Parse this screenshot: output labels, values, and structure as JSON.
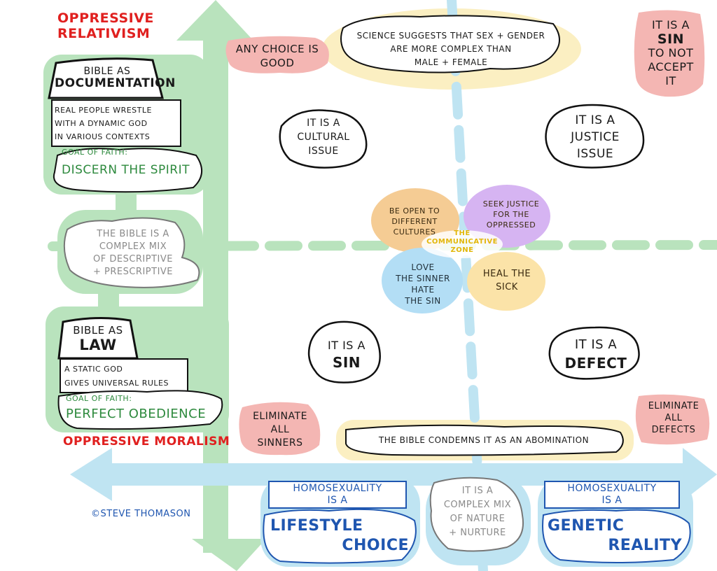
{
  "title_left_top": [
    "OPPRESSIVE",
    "RELATIVISM"
  ],
  "title_left_bottom": "OPPRESSIVE MORALISM",
  "documentation": {
    "book_line1": "BIBLE AS",
    "book_line2": "DOCUMENTATION",
    "desc": [
      "REAL PEOPLE WRESTLE",
      "WITH A DYNAMIC GOD",
      "IN VARIOUS CONTEXTS"
    ],
    "goal_label": "GOAL OF FAITH:",
    "goal": "DISCERN THE SPIRIT"
  },
  "middle_left": [
    "THE BIBLE IS A",
    "COMPLEX MIX",
    "OF DESCRIPTIVE",
    "+ PRESCRIPTIVE"
  ],
  "law": {
    "book_line1": "BIBLE AS",
    "book_line2": "LAW",
    "desc": [
      "A STATIC GOD",
      "GIVES UNIVERSAL RULES"
    ],
    "goal_label": "GOAL OF FAITH:",
    "goal": "PERFECT OBEDIENCE"
  },
  "top": {
    "any_choice": [
      "ANY CHOICE IS",
      "GOOD"
    ],
    "science": [
      "SCIENCE SUGGESTS THAT SEX + GENDER",
      "ARE MORE COMPLEX THAN",
      "MALE + FEMALE"
    ],
    "sin_not_accept": [
      "IT IS A",
      "SIN",
      "TO NOT",
      "ACCEPT",
      "IT"
    ]
  },
  "quadrants": {
    "cultural": [
      "IT IS A",
      "CULTURAL",
      "ISSUE"
    ],
    "justice": [
      "IT IS A",
      "JUSTICE",
      "ISSUE"
    ],
    "sin": [
      "IT IS A",
      "SIN"
    ],
    "defect": [
      "IT IS A",
      "DEFECT"
    ]
  },
  "center": {
    "label": [
      "THE",
      "COMMUNICATIVE",
      "ZONE"
    ],
    "petal_tl": [
      "BE OPEN TO",
      "DIFFERENT",
      "CULTURES"
    ],
    "petal_tr": [
      "SEEK JUSTICE",
      "FOR THE",
      "OPPRESSED"
    ],
    "petal_bl": [
      "LOVE",
      "THE SINNER",
      "HATE",
      "THE SIN"
    ],
    "petal_br": [
      "HEAL THE",
      "SICK"
    ]
  },
  "bottom": {
    "eliminate_sinners": [
      "ELIMINATE",
      "ALL",
      "SINNERS"
    ],
    "condemns": "THE BIBLE CONDEMNS IT AS AN ABOMINATION",
    "eliminate_defects": [
      "ELIMINATE",
      "ALL",
      "DEFECTS"
    ]
  },
  "axis_labels": {
    "lifestyle_top": [
      "HOMOSEXUALITY",
      "IS A"
    ],
    "lifestyle_bottom": [
      "LIFESTYLE",
      "CHOICE"
    ],
    "nature": [
      "IT IS A",
      "COMPLEX MIX",
      "OF NATURE",
      "+ NURTURE"
    ],
    "genetic_top": [
      "HOMOSEXUALITY",
      "IS A"
    ],
    "genetic_bottom": [
      "GENETIC",
      "REALITY"
    ]
  },
  "credit": "©STEVE THOMASON",
  "colors": {
    "green_axis": "#b9e3bd",
    "blue_axis": "#bfe4f2",
    "red_blob": "#f4b6b3",
    "yellow_blob": "#fbefc2",
    "petal_orange": "#f5cc94",
    "petal_purple": "#d6b4f2",
    "petal_blue": "#b3def5",
    "petal_yellow": "#fbe3a8"
  }
}
